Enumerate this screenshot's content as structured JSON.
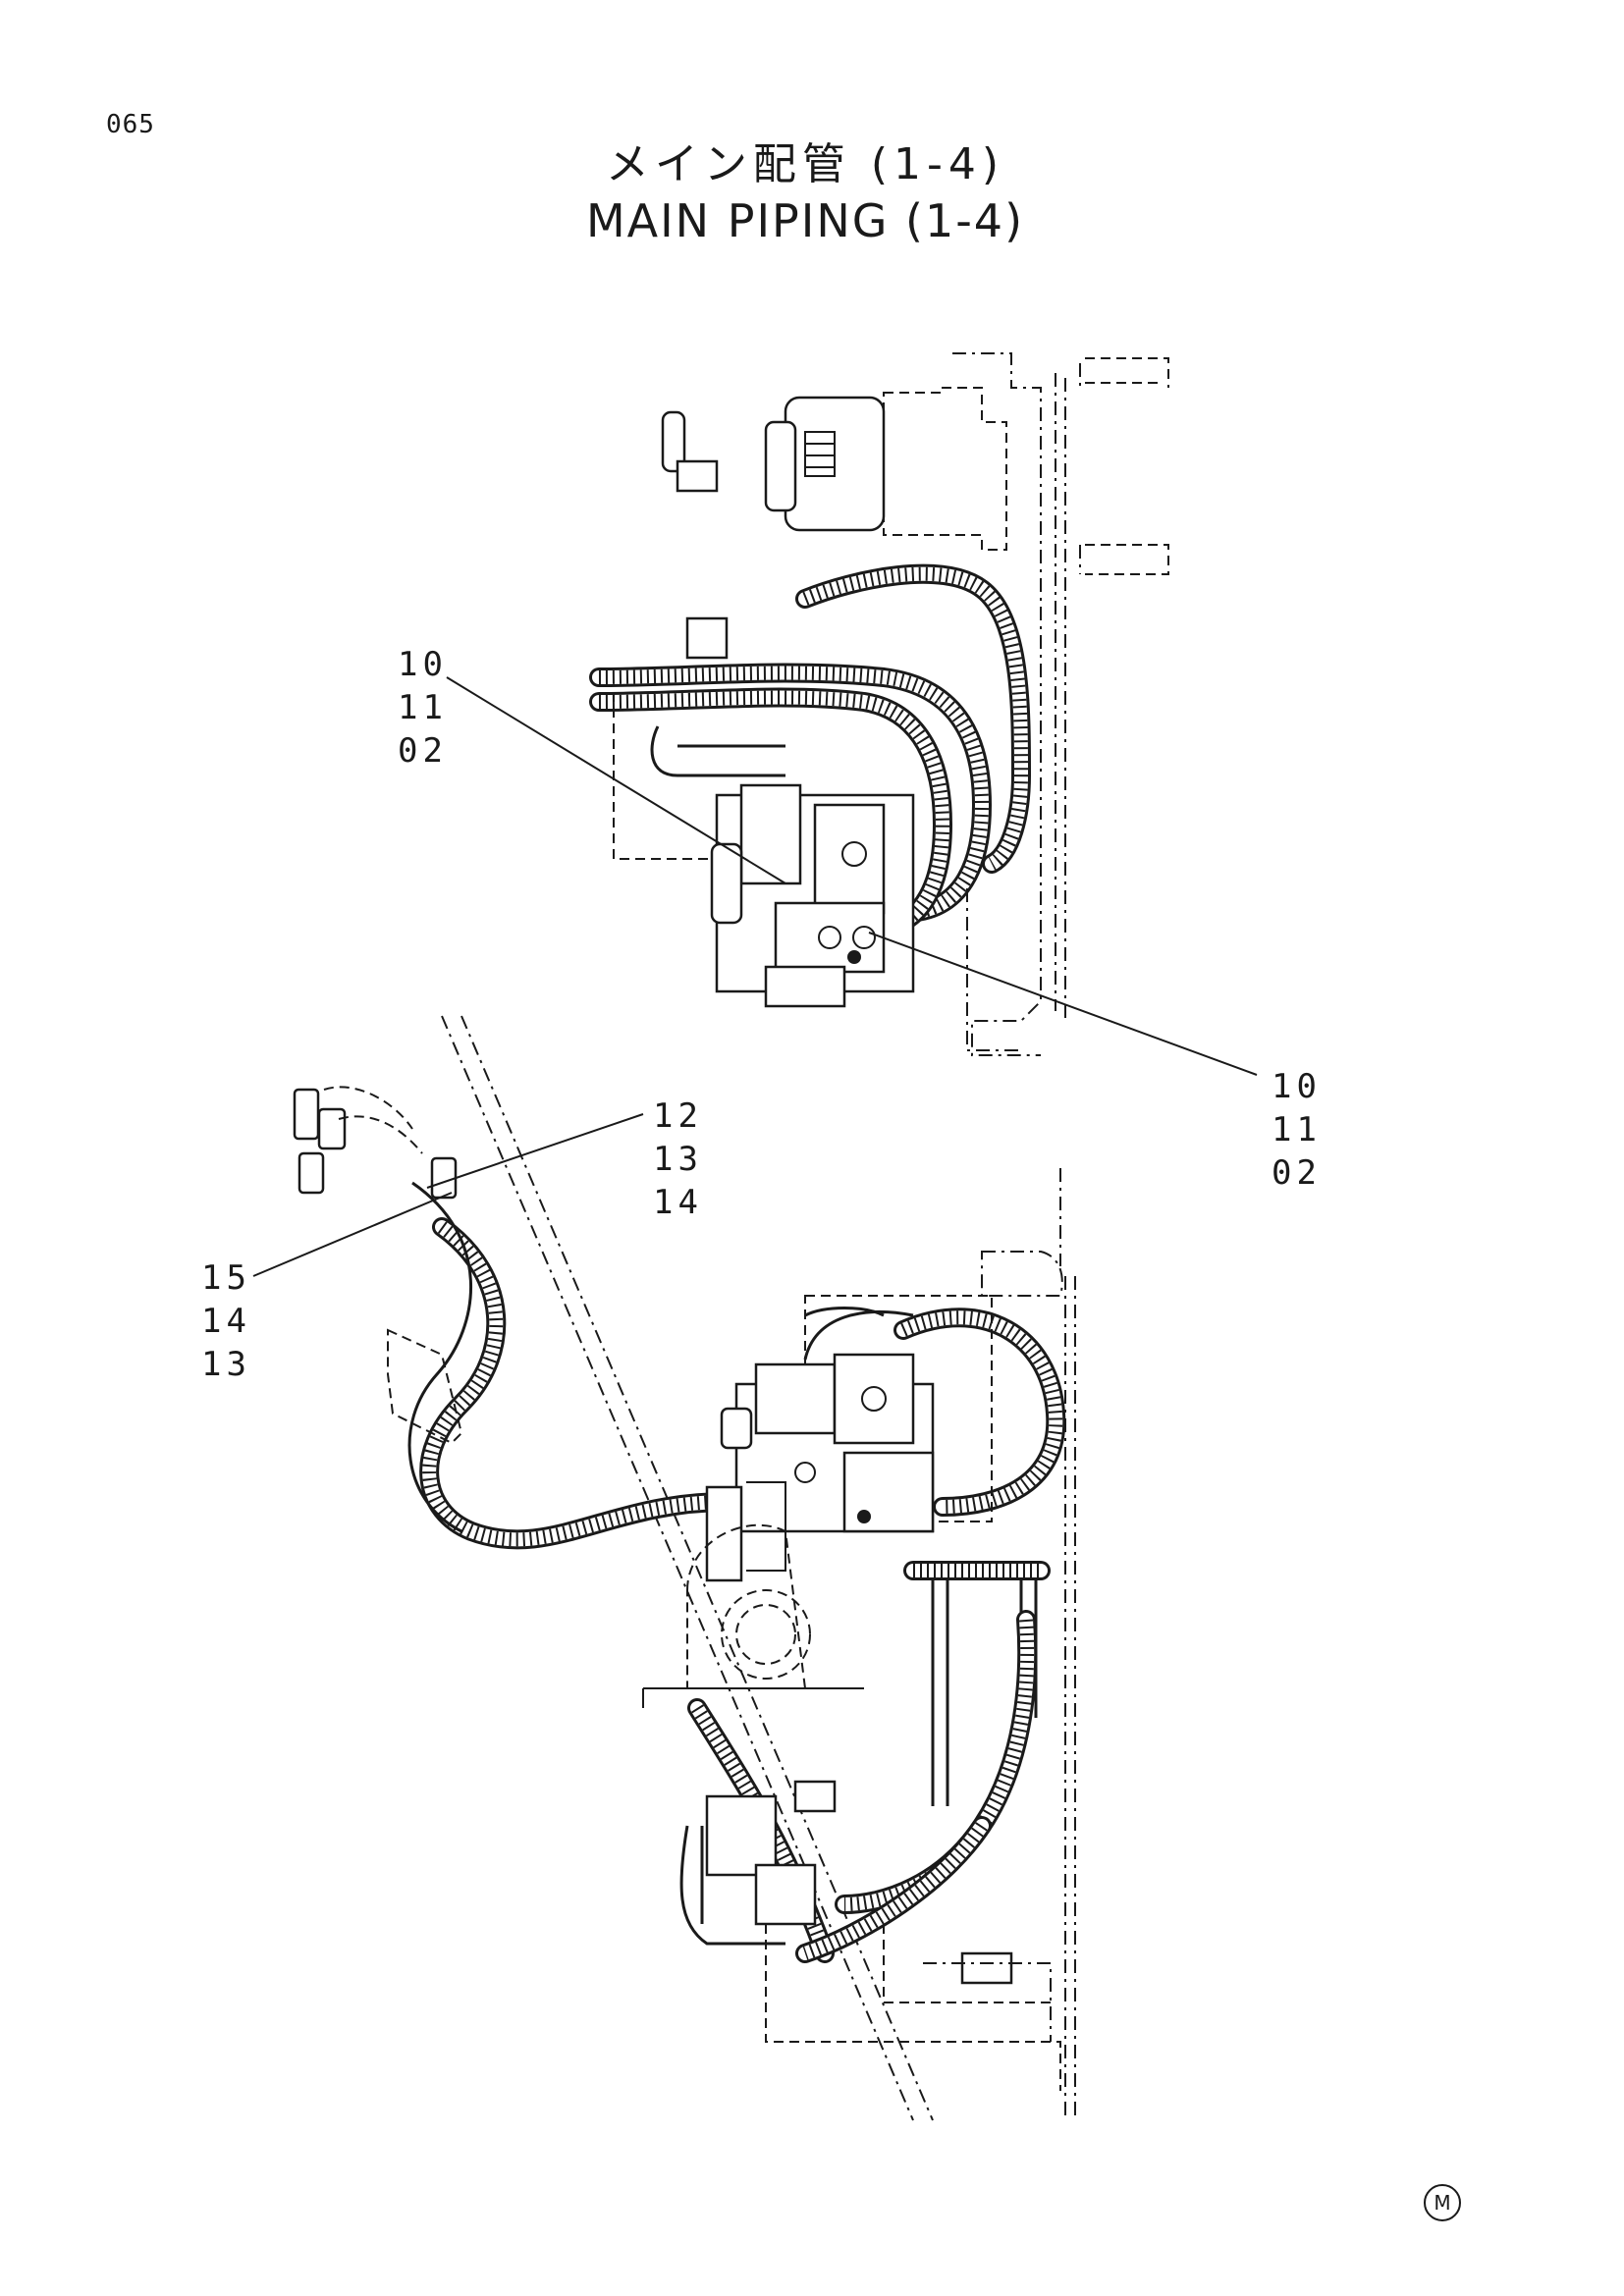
{
  "page": {
    "number": "065"
  },
  "title": {
    "japanese": "メイン配管 (1-4)",
    "english": "MAIN PIPING (1-4)"
  },
  "callouts": {
    "upper_left": [
      "10",
      "11",
      "02"
    ],
    "upper_right": [
      "10",
      "11",
      "02"
    ],
    "middle": [
      "12",
      "13",
      "14"
    ],
    "lower_left": [
      "15",
      "14",
      "13"
    ]
  },
  "mark": "M"
}
